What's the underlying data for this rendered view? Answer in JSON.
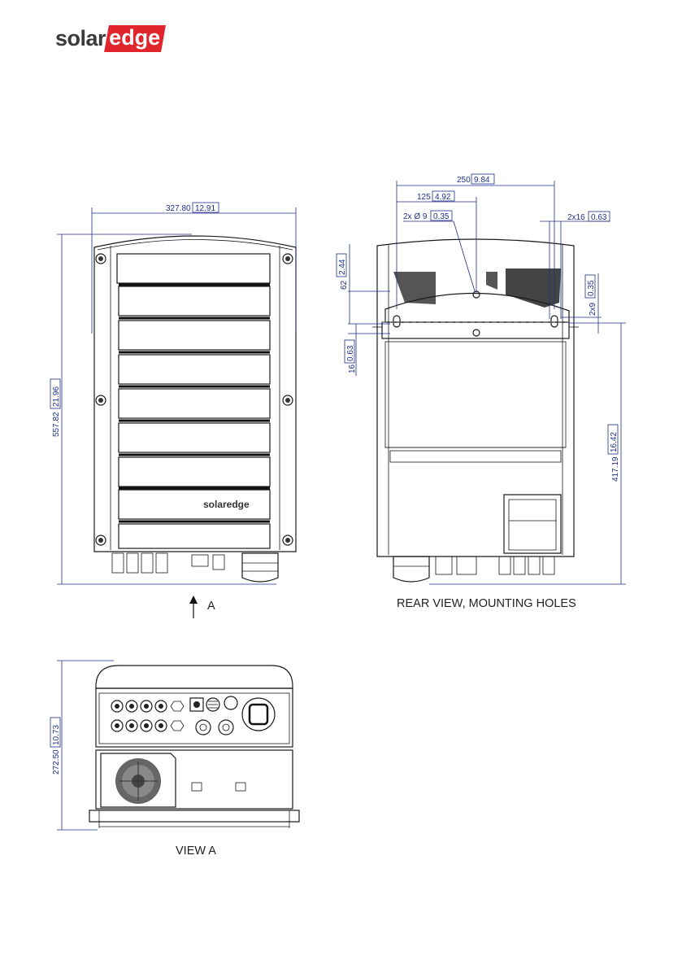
{
  "brand": {
    "solar": "solar",
    "edge": "edge",
    "accent": "#e0252c"
  },
  "front_view": {
    "nameplate": "solaredge",
    "dim_width": "327.80",
    "dim_width_in": "12.91",
    "dim_height": "557.82",
    "dim_height_in": "21.96",
    "arrow_label": "A"
  },
  "rear_view": {
    "caption": "REAR VIEW, MOUNTING HOLES",
    "dim_total": "250",
    "dim_total_in": "9.84",
    "dim_half": "125",
    "dim_half_in": "4.92",
    "dim_hole": "2x Ø 9",
    "dim_hole_in": "0.35",
    "dim_slot": "2x16",
    "dim_slot_in": "0.63",
    "dim_top": "62",
    "dim_top_in": "2.44",
    "dim_16": "16",
    "dim_16_in": "0.63",
    "dim_slot_w": "2x9",
    "dim_slot_w_in": "0.35",
    "dim_height": "417.19",
    "dim_height_in": "16.42"
  },
  "view_a": {
    "caption": "VIEW A",
    "dim_height": "272.50",
    "dim_height_in": "10.73"
  },
  "colors": {
    "dimension": "#1f2f8c",
    "outline": "#1a1a1a"
  }
}
